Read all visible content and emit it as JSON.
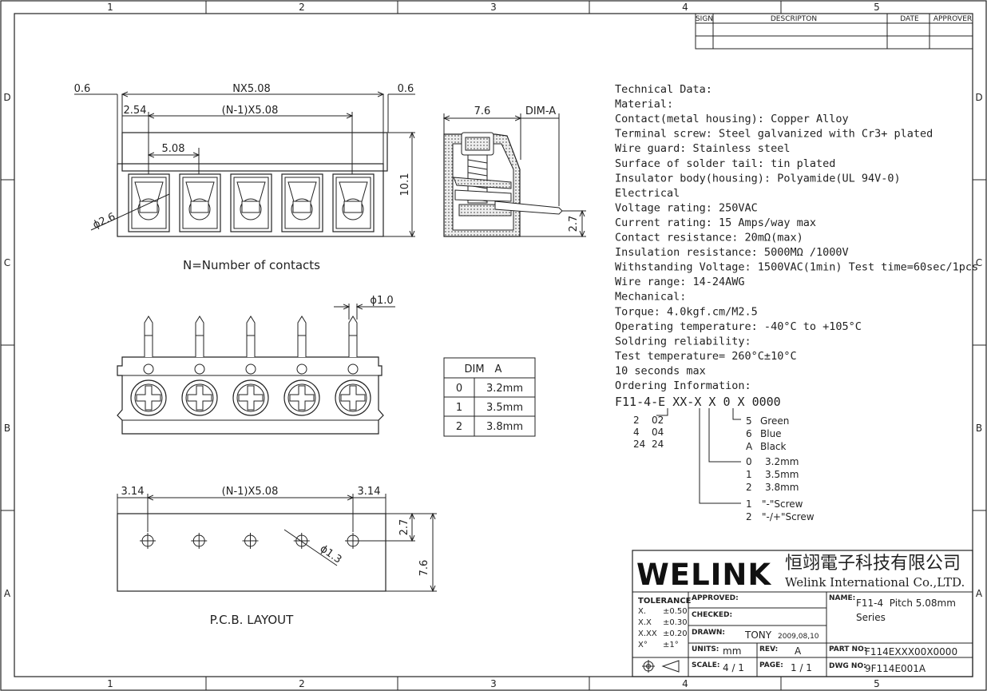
{
  "border": {
    "columns": [
      "1",
      "2",
      "3",
      "4",
      "5"
    ],
    "rows": [
      "D",
      "C",
      "B",
      "A"
    ]
  },
  "revision_block": {
    "sign": "SIGN",
    "description": "DESCRIPTON",
    "date": "DATE",
    "approver": "APPROVER"
  },
  "front_view": {
    "dim_left_margin": "0.6",
    "dim_overall": "NX5.08",
    "dim_right_margin": "0.6",
    "dim_first_offset": "2.54",
    "dim_span": "(N-1)X5.08",
    "dim_pitch": "5.08",
    "dim_height": "10.1",
    "dim_hole": "ϕ2.6",
    "caption": "N=Number of contacts",
    "contacts": 5
  },
  "side_view": {
    "dim_width": "7.6",
    "dim_a": "DIM-A",
    "dim_pin": "2.7"
  },
  "bottom_view": {
    "dim_pin_dia": "ϕ1.0"
  },
  "dim_table": {
    "headers": [
      "DIM",
      "A"
    ],
    "rows": [
      [
        "0",
        "3.2mm"
      ],
      [
        "1",
        "3.5mm"
      ],
      [
        "2",
        "3.8mm"
      ]
    ]
  },
  "pcb_layout": {
    "dim_left": "3.14",
    "dim_span": "(N-1)X5.08",
    "dim_right": "3.14",
    "dim_vert_small": "2.7",
    "dim_vert_total": "7.6",
    "dim_hole": "ϕ1.3",
    "caption": "P.C.B.  LAYOUT"
  },
  "technical_data": {
    "lines": [
      "Technical Data:",
      "Material:",
      "   Contact(metal housing): Copper Alloy",
      "   Terminal screw: Steel galvanized with Cr3+ plated",
      "   Wire guard: Stainless steel",
      "   Surface of solder tail: tin plated",
      "   Insulator body(housing): Polyamide(UL 94V-0)",
      "Electrical",
      "   Voltage rating: 250VAC",
      "   Current rating: 15 Amps/way max",
      "   Contact resistance: 20mΩ(max)",
      "   Insulation resistance: 5000MΩ /1000V",
      "   Withstanding Voltage: 1500VAC(1min) Test time=60sec/1pcs",
      "   Wire range: 14-24AWG",
      "Mechanical:",
      "   Torque: 4.0kgf.cm/M2.5",
      "   Operating temperature: -40°C to +105°C",
      "   Soldring reliability:",
      "       Test temperature= 260°C±10°C",
      "       10 seconds max",
      "Ordering Information:"
    ],
    "order_code": "F11-4-E XX-X X 0 X 0000",
    "pin_options": [
      [
        "2",
        "02"
      ],
      [
        "4",
        "04"
      ],
      [
        "24",
        "24"
      ]
    ],
    "color_options": [
      [
        "5",
        "Green"
      ],
      [
        "6",
        "Blue"
      ],
      [
        "A",
        "Black"
      ]
    ],
    "dim_options": [
      [
        "0",
        "3.2mm"
      ],
      [
        "1",
        "3.5mm"
      ],
      [
        "2",
        "3.8mm"
      ]
    ],
    "screw_options": [
      [
        "1",
        "\"-\"Screw"
      ],
      [
        "2",
        "\"-/+\"Screw"
      ]
    ]
  },
  "title_block": {
    "brand": "WELINK",
    "company_cn": "恒翊電子科技有限公司",
    "company_en": "Welink International Co.,LTD.",
    "tolerance_title": "TOLERANCE",
    "tolerances": [
      [
        "X.",
        "±0.50"
      ],
      [
        "X.X",
        "±0.30"
      ],
      [
        "X.XX",
        "±0.20"
      ],
      [
        "X°",
        "±1°"
      ]
    ],
    "approved_label": "APPROVED:",
    "checked_label": "CHECKED:",
    "drawn_label": "DRAWN:",
    "drawn_by": "TONY",
    "drawn_date": "2009,08,10",
    "units_label": "UNITS:",
    "units": "mm",
    "rev_label": "REV:",
    "rev": "A",
    "scale_label": "SCALE:",
    "scale": "4 / 1",
    "page_label": "PAGE:",
    "page": "1 / 1",
    "name_label": "NAME:",
    "name_line1": "F11-4  Pitch 5.08mm",
    "name_line2": "Series",
    "part_label": "PART NO:",
    "part_no": "F114EXXX00X0000",
    "dwg_label": "DWG NO:",
    "dwg_no": "9F114E001A"
  }
}
